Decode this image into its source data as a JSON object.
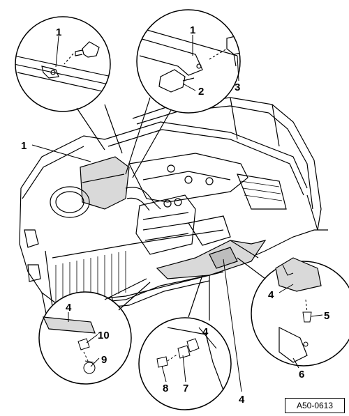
{
  "figure": {
    "reference_code": "A50-0613",
    "callouts": {
      "c1_detail_left": "1",
      "c1_detail_right": "1",
      "c2": "2",
      "c3": "3",
      "c1_main": "1",
      "c4_right": "4",
      "c5": "5",
      "c6": "6",
      "c4_left": "4",
      "c10": "10",
      "c9": "9",
      "c4_mid": "4",
      "c8": "8",
      "c7": "7",
      "c4_bottom": "4"
    }
  }
}
